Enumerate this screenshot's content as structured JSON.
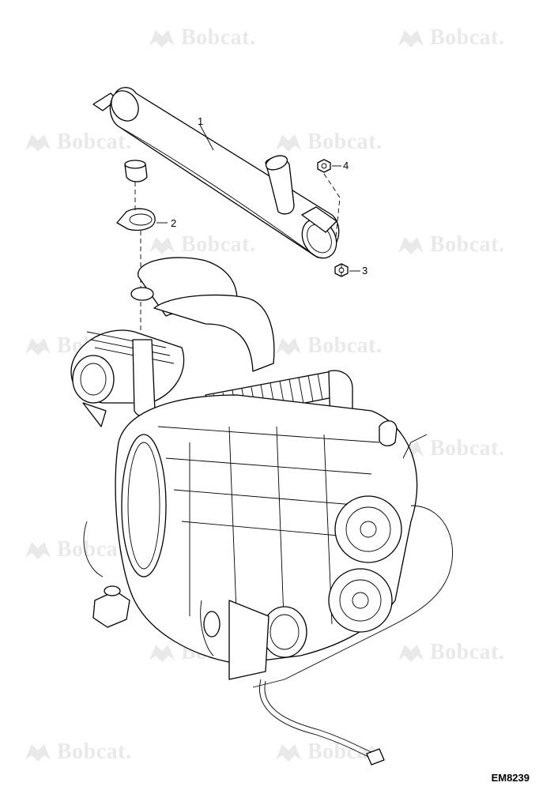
{
  "watermark": {
    "text": "Bobcat.",
    "icon": "bobcat-logo-icon"
  },
  "callouts": [
    {
      "id": "callout-1",
      "label": "1",
      "part": "muffler"
    },
    {
      "id": "callout-2",
      "label": "2",
      "part": "clamp"
    },
    {
      "id": "callout-3",
      "label": "3",
      "part": "nut"
    },
    {
      "id": "callout-4",
      "label": "4",
      "part": "nut"
    }
  ],
  "drawing_number": "EM8239"
}
